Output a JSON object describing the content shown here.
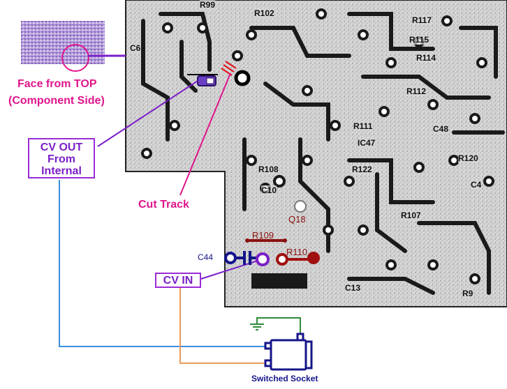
{
  "labels": {
    "face_line1": "Face from TOP",
    "face_line2": "(Component Side)",
    "cv_out_line1": "CV OUT",
    "cv_out_line2": "From",
    "cv_out_line3": "Internal",
    "cut_track": "Cut Track",
    "cv_in": "CV IN",
    "switched_socket": "Switched Socket",
    "c44": "C44",
    "r109": "R109",
    "r110": "R110",
    "q18": "Q18"
  },
  "pcb_refs": [
    "R99",
    "R102",
    "R117",
    "R115",
    "R114",
    "R112",
    "R111",
    "IC47",
    "R122",
    "R120",
    "R107",
    "R108",
    "C10",
    "C13",
    "R9",
    "C6",
    "C48",
    "C4"
  ],
  "colors": {
    "pink": "#e0158c",
    "purple": "#7b1fc8",
    "wire_blue": "#3b8ee0",
    "wire_orange": "#e89a5a",
    "ground_green": "#2e8b3a",
    "dark_red": "#a01010",
    "navy": "#14148a"
  }
}
